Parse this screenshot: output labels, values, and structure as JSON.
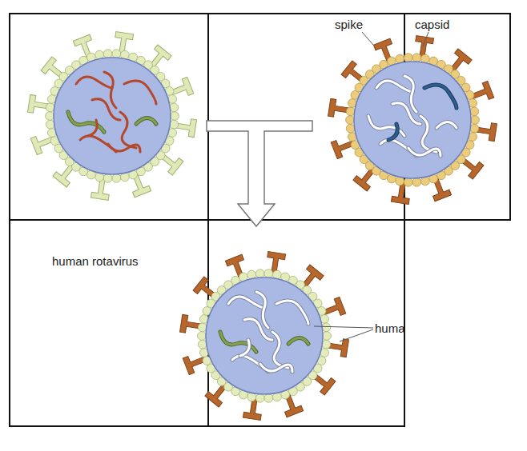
{
  "diagram": {
    "labels": [
      "spike",
      "capsid",
      "human rotavirus",
      "huma"
    ]
  }
}
